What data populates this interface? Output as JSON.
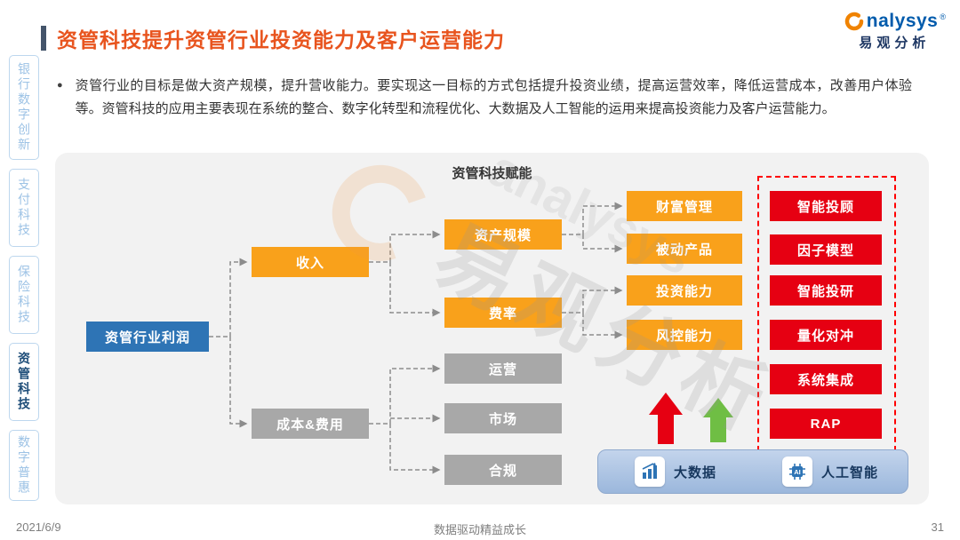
{
  "page": {
    "title": "资管科技提升资管行业投资能力及客户运营能力",
    "date": "2021/6/9",
    "footer_center": "数据驱动精益成长",
    "page_number": "31"
  },
  "logo": {
    "brand_latin": "nalysys",
    "reg": "®",
    "brand_cn": "易观分析"
  },
  "sidebar": {
    "items": [
      {
        "label": "银行数字创新",
        "active": false
      },
      {
        "label": "支付科技",
        "active": false
      },
      {
        "label": "保险科技",
        "active": false
      },
      {
        "label": "资管科技",
        "active": true
      },
      {
        "label": "数字普惠",
        "active": false
      }
    ]
  },
  "intro": {
    "bullet_text": "资管行业的目标是做大资产规模，提升营收能力。要实现这一目标的方式包括提升投资业绩，提高运营效率，降低运营成本，改善用户体验等。资管科技的应用主要表现在系统的整合、数字化转型和流程优化、大数据及人工智能的运用来提高投资能力及客户运营能力。"
  },
  "diagram": {
    "title": "资管科技赋能",
    "root": "资管行业利润",
    "income": "收入",
    "cost": "成本&费用",
    "scale": "资产规模",
    "rate": "费率",
    "ops": "运营",
    "market": "市场",
    "compliance": "合规",
    "l4": [
      "财富管理",
      "被动产品",
      "投资能力",
      "风控能力"
    ],
    "tech": [
      "智能投顾",
      "因子模型",
      "智能投研",
      "量化对冲",
      "系统集成",
      "RAP"
    ],
    "bottom": [
      {
        "label": "大数据",
        "icon": "bar-chart-icon"
      },
      {
        "label": "人工智能",
        "icon": "ai-chip-icon"
      }
    ],
    "watermark_cn": "易观分析",
    "watermark_latin": "analysys"
  },
  "colors": {
    "title_orange": "#E8541E",
    "node_blue": "#2E74B5",
    "node_orange": "#F9A11B",
    "node_gray": "#A8A8A8",
    "node_red": "#E60012",
    "arrow_red": "#E60012",
    "arrow_green": "#6FBE44",
    "panel_bg": "#F2F2F2"
  }
}
